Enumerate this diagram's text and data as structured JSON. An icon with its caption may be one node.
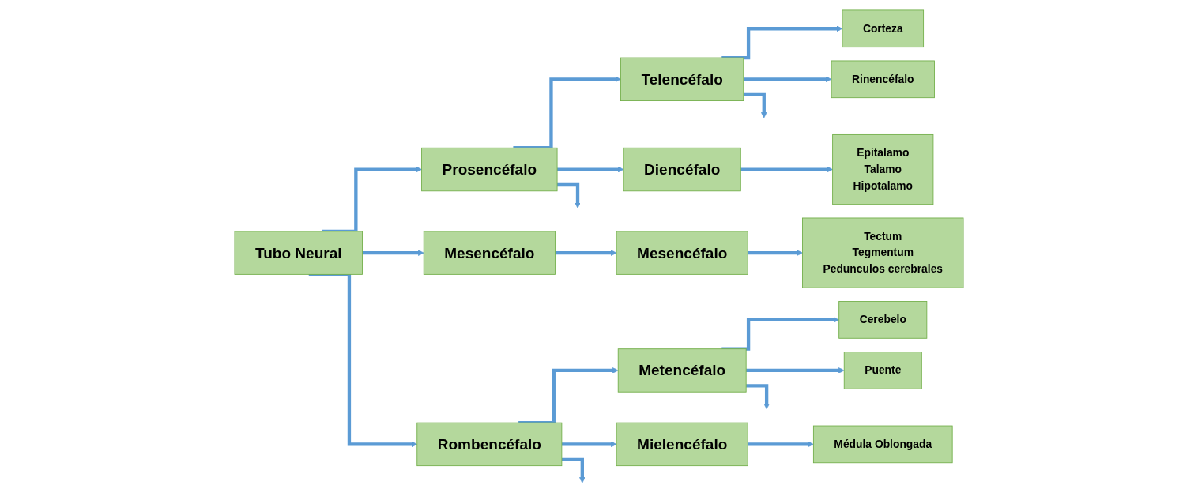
{
  "diagram": {
    "nodes": [
      {
        "text": [
          "Tubo Neural"
        ]
      },
      {
        "text": [
          "Prosencéfalo"
        ]
      },
      {
        "text": [
          "Mesencéfalo"
        ]
      },
      {
        "text": [
          "Rombencéfalo"
        ]
      },
      {
        "text": [
          "Telencéfalo"
        ]
      },
      {
        "text": [
          "Diencéfalo"
        ]
      },
      {
        "text": [
          "Mesencéfalo"
        ]
      },
      {
        "text": [
          "Metencéfalo"
        ]
      },
      {
        "text": [
          "Mielencéfalo"
        ]
      },
      {
        "text": [
          "Corteza"
        ]
      },
      {
        "text": [
          "Rinencéfalo"
        ]
      },
      {
        "text": [
          "Epitalamo",
          "Talamo",
          "Hipotalamo"
        ]
      },
      {
        "text": [
          "Tectum",
          "Tegmentum",
          "Pedunculos cerebrales"
        ]
      },
      {
        "text": [
          "Cerebelo"
        ]
      },
      {
        "text": [
          "Puente"
        ]
      },
      {
        "text": [
          "Médula Oblongada"
        ]
      }
    ],
    "edges": [
      {
        "from": 0,
        "to": 1,
        "arrow": "to"
      },
      {
        "from": 0,
        "to": 2,
        "arrow": "to"
      },
      {
        "from": 0,
        "to": 3,
        "arrow": "to"
      },
      {
        "from": 1,
        "to": 4,
        "arrow": "to"
      },
      {
        "from": 1,
        "to": 5,
        "arrow": "to"
      },
      {
        "from": 1,
        "to": null,
        "arrow": "to"
      },
      {
        "from": 2,
        "to": 6,
        "arrow": "to"
      },
      {
        "from": 3,
        "to": 7,
        "arrow": "to"
      },
      {
        "from": 3,
        "to": 8,
        "arrow": "to"
      },
      {
        "from": 3,
        "to": null,
        "arrow": "to"
      },
      {
        "from": 4,
        "to": 9,
        "arrow": "to"
      },
      {
        "from": 4,
        "to": 10,
        "arrow": "to"
      },
      {
        "from": 4,
        "to": null,
        "arrow": "to"
      },
      {
        "from": 5,
        "to": 11,
        "arrow": "to"
      },
      {
        "from": 6,
        "to": 12,
        "arrow": "to"
      },
      {
        "from": 7,
        "to": 13,
        "arrow": "to"
      },
      {
        "from": 7,
        "to": 14,
        "arrow": "to"
      },
      {
        "from": 7,
        "to": null,
        "arrow": "to"
      },
      {
        "from": 8,
        "to": 15,
        "arrow": "to"
      }
    ]
  }
}
